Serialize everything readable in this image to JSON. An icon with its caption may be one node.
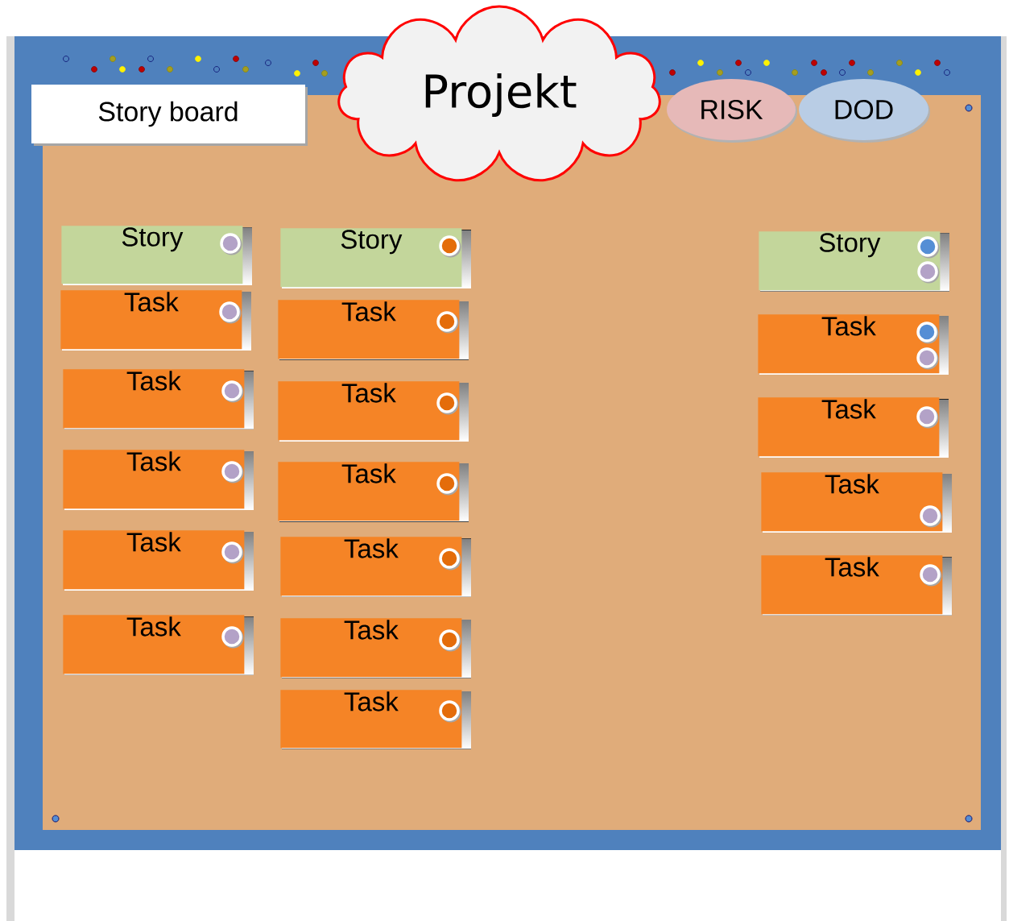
{
  "diagram": {
    "nodes": [
      {
        "text": [
          "Story board"
        ]
      },
      {
        "text": [
          "Projekt"
        ]
      },
      {
        "text": [
          "RISK"
        ]
      },
      {
        "text": [
          "DOD"
        ]
      },
      {
        "text": [
          "Story"
        ]
      },
      {
        "text": [
          "Task"
        ]
      },
      {
        "text": [
          "Task"
        ]
      },
      {
        "text": [
          "Task"
        ]
      },
      {
        "text": [
          "Task"
        ]
      },
      {
        "text": [
          "Task"
        ]
      },
      {
        "text": [
          "Story"
        ]
      },
      {
        "text": [
          "Task"
        ]
      },
      {
        "text": [
          "Task"
        ]
      },
      {
        "text": [
          "Task"
        ]
      },
      {
        "text": [
          "Task"
        ]
      },
      {
        "text": [
          "Task"
        ]
      },
      {
        "text": [
          "Task"
        ]
      },
      {
        "text": [
          "Story"
        ]
      },
      {
        "text": [
          "Task"
        ]
      },
      {
        "text": [
          "Task"
        ]
      },
      {
        "text": [
          "Task"
        ]
      },
      {
        "text": [
          "Task"
        ]
      }
    ]
  }
}
